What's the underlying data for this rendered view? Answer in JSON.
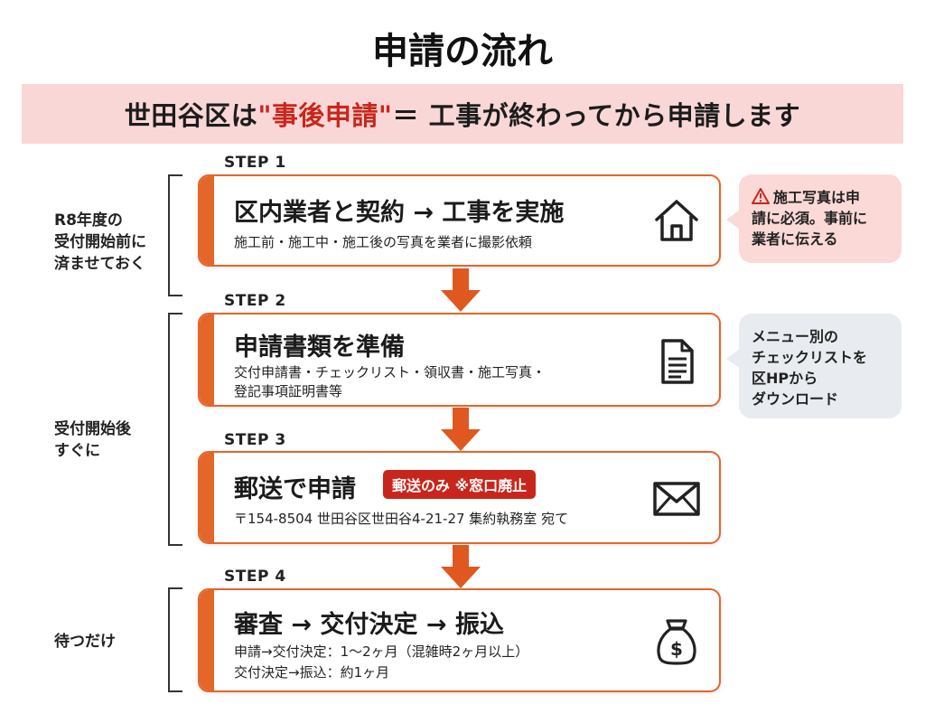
{
  "title": "申請の流れ",
  "banner": {
    "prefix": "世田谷区は",
    "highlight": "\"事後申請\"",
    "suffix": "＝ 工事が終わってから申請します"
  },
  "phases": [
    {
      "label_line1": "R8年度の",
      "label_line2": "受付開始前に",
      "label_line3": "済ませておく"
    },
    {
      "label_line1": "受付開始後",
      "label_line2": "すぐに"
    },
    {
      "label_line1": "待つだけ"
    }
  ],
  "steps": [
    {
      "step_label": "STEP 1",
      "heading": "区内業者と契約 → 工事を実施",
      "lines": [
        "施工前・施工中・施工後の写真を業者に撮影依頼"
      ],
      "icon": "house-icon"
    },
    {
      "step_label": "STEP 2",
      "heading": "申請書類を準備",
      "lines": [
        "交付申請書・チェックリスト・領収書・施工写真・",
        "登記事項証明書等"
      ],
      "icon": "document-icon"
    },
    {
      "step_label": "STEP 3",
      "heading": "郵送で申請",
      "badge": "郵送のみ ※窓口廃止",
      "lines": [
        "〒154-8504 世田谷区世田谷4-21-27 集約執務室 宛て"
      ],
      "icon": "envelope-icon"
    },
    {
      "step_label": "STEP 4",
      "heading": "審査 → 交付決定 → 振込",
      "lines": [
        "申請→交付決定：1〜2ヶ月（混雑時2ヶ月以上）",
        "交付決定→振込：約1ヶ月"
      ],
      "icon": "money-bag-icon"
    }
  ],
  "notes": {
    "warning": {
      "line1": "施工写真は申",
      "line2": "請に必須。事前に",
      "line3": "業者に伝える",
      "icon": "warning-icon"
    },
    "info": {
      "line1": "メニュー別の",
      "line2": "チェックリストを",
      "line3": "区HPから",
      "line4": "ダウンロード"
    }
  },
  "colors": {
    "accent": "#e4662a",
    "alert": "#c8261d",
    "banner_bg": "#f9d7d6",
    "info_bg": "#e8ebef"
  }
}
